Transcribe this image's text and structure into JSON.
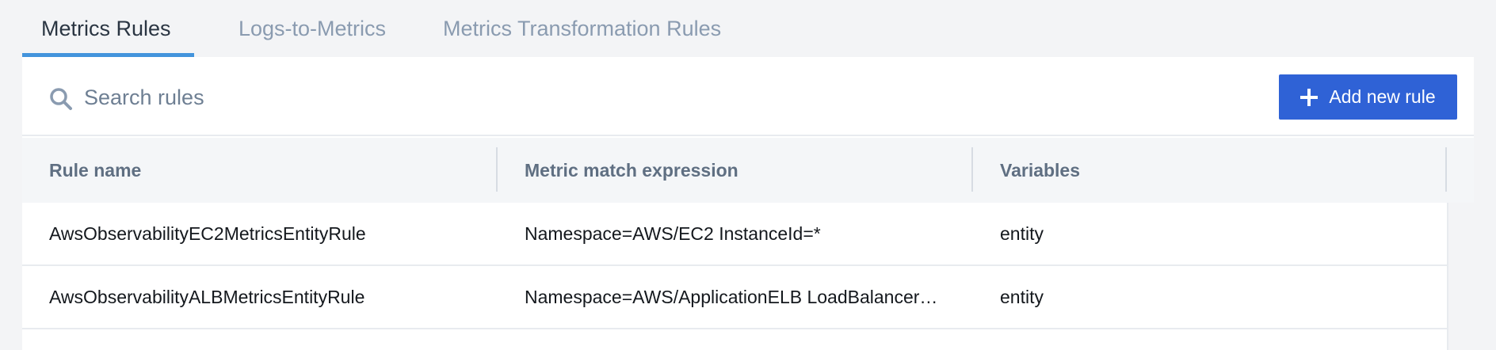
{
  "tabs": [
    {
      "label": "Metrics Rules",
      "active": true
    },
    {
      "label": "Logs-to-Metrics",
      "active": false
    },
    {
      "label": "Metrics Transformation Rules",
      "active": false
    }
  ],
  "search": {
    "placeholder": "Search rules",
    "value": "",
    "icon": "search-icon"
  },
  "add_button": {
    "label": "Add new rule",
    "icon": "plus-icon"
  },
  "table": {
    "columns": [
      "Rule name",
      "Metric match expression",
      "Variables"
    ],
    "rows": [
      {
        "name": "AwsObservabilityEC2MetricsEntityRule",
        "expression": "Namespace=AWS/EC2 InstanceId=*",
        "variables": "entity"
      },
      {
        "name": "AwsObservabilityALBMetricsEntityRule",
        "expression": "Namespace=AWS/ApplicationELB LoadBalancer…",
        "variables": "entity"
      }
    ]
  },
  "colors": {
    "accent": "#4394dc",
    "button": "#2f62d6",
    "background": "#f3f4f6"
  }
}
